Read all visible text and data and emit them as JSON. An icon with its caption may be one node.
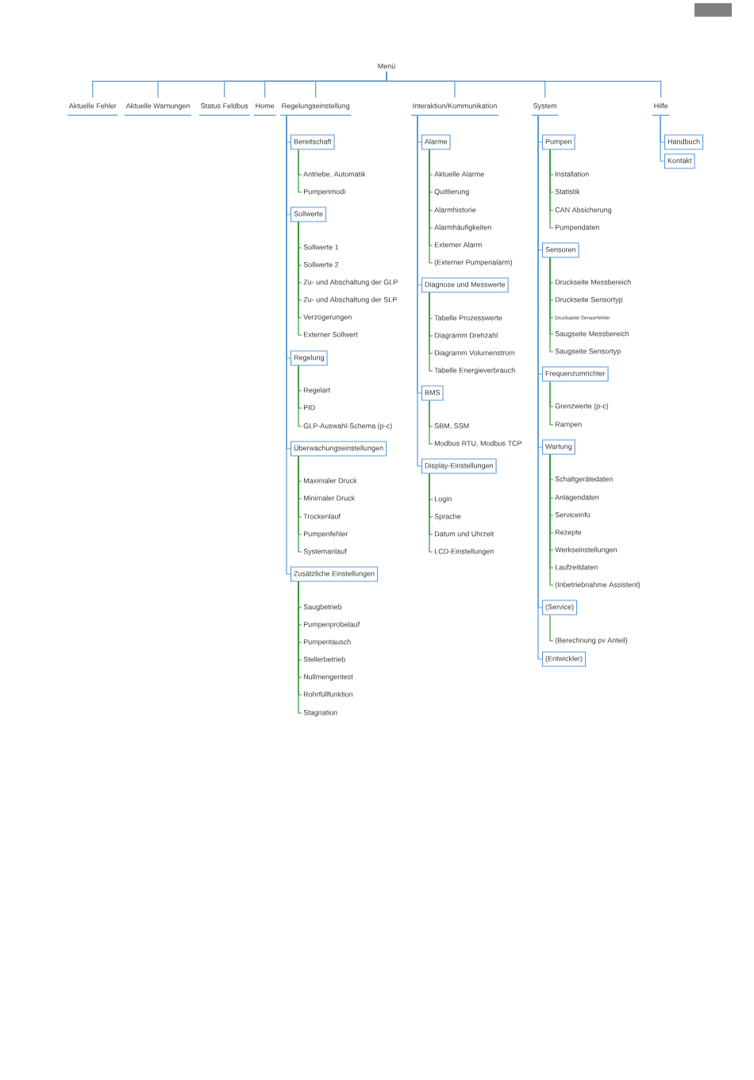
{
  "diagram": {
    "nodes": [
      {
        "text": [
          "Menü"
        ]
      },
      {
        "text": [
          "Aktuelle Fehler"
        ]
      },
      {
        "text": [
          "Aktuelle Warnungen"
        ]
      },
      {
        "text": [
          "Status Feldbus"
        ]
      },
      {
        "text": [
          "Home"
        ]
      },
      {
        "text": [
          "Regelungseinstellung"
        ]
      },
      {
        "text": [
          "Interaktion/Kommunikation"
        ]
      },
      {
        "text": [
          "System"
        ]
      },
      {
        "text": [
          "Hilfe"
        ]
      },
      {
        "text": [
          "Bereitschaft"
        ]
      },
      {
        "text": [
          "Antriebe, Automatik"
        ]
      },
      {
        "text": [
          "Pumpenmodi"
        ]
      },
      {
        "text": [
          "Sollwerte"
        ]
      },
      {
        "text": [
          "Sollwerte 1"
        ]
      },
      {
        "text": [
          "Sollwerte 2"
        ]
      },
      {
        "text": [
          "Zu- und Abschaltung der GLP"
        ]
      },
      {
        "text": [
          "Zu- und Abschaltung der SLP"
        ]
      },
      {
        "text": [
          "Verzögerungen"
        ]
      },
      {
        "text": [
          "Externer Sollwert"
        ]
      },
      {
        "text": [
          "Regelung"
        ]
      },
      {
        "text": [
          "Regelart"
        ]
      },
      {
        "text": [
          "PID"
        ]
      },
      {
        "text": [
          "GLP-Auswahl-Schema (p-c)"
        ]
      },
      {
        "text": [
          "Überwachungseinstellungen"
        ]
      },
      {
        "text": [
          "Maximaler Druck"
        ]
      },
      {
        "text": [
          "Minimaler Druck"
        ]
      },
      {
        "text": [
          "Trockenlauf"
        ]
      },
      {
        "text": [
          "Pumpenfehler"
        ]
      },
      {
        "text": [
          "Systemanlauf"
        ]
      },
      {
        "text": [
          "Zusätzliche Einstellungen"
        ]
      },
      {
        "text": [
          "Saugbetrieb"
        ]
      },
      {
        "text": [
          "Pumpenprobelauf"
        ]
      },
      {
        "text": [
          "Pumpentausch"
        ]
      },
      {
        "text": [
          "Stellerbetrieb"
        ]
      },
      {
        "text": [
          "Nullmengentest"
        ]
      },
      {
        "text": [
          "Rohrfüllfunktion"
        ]
      },
      {
        "text": [
          "Stagnation"
        ]
      },
      {
        "text": [
          "Alarme"
        ]
      },
      {
        "text": [
          "Aktuelle Alarme"
        ]
      },
      {
        "text": [
          "Quittierung"
        ]
      },
      {
        "text": [
          "Alarmhistorie"
        ]
      },
      {
        "text": [
          "Alarmhäufigkeiten"
        ]
      },
      {
        "text": [
          "Externer Alarm"
        ]
      },
      {
        "text": [
          "(Externer Pumpenalarm)"
        ]
      },
      {
        "text": [
          "Diagnose und Messwerte"
        ]
      },
      {
        "text": [
          "Tabelle Prozesswerte"
        ]
      },
      {
        "text": [
          "Diagramm Drehzahl"
        ]
      },
      {
        "text": [
          "Diagramm Volumenstrom"
        ]
      },
      {
        "text": [
          "Tabelle Energieverbrauch"
        ]
      },
      {
        "text": [
          "BMS"
        ]
      },
      {
        "text": [
          "SBM, SSM"
        ]
      },
      {
        "text": [
          "Modbus RTU, Modbus TCP"
        ]
      },
      {
        "text": [
          "Display-Einstellungen"
        ]
      },
      {
        "text": [
          "Login"
        ]
      },
      {
        "text": [
          "Sprache"
        ]
      },
      {
        "text": [
          "Datum und Uhrzeit"
        ]
      },
      {
        "text": [
          "LCD-Einstellungen"
        ]
      },
      {
        "text": [
          "Pumpen"
        ]
      },
      {
        "text": [
          "Installation"
        ]
      },
      {
        "text": [
          "Statistik"
        ]
      },
      {
        "text": [
          "CAN Absicherung"
        ]
      },
      {
        "text": [
          "Pumpendaten"
        ]
      },
      {
        "text": [
          "Sensoren"
        ]
      },
      {
        "text": [
          "Druckseite Messbereich"
        ]
      },
      {
        "text": [
          "Druckseite Sensortyp"
        ]
      },
      {
        "text": [
          "Druckseite Sensorfehler"
        ]
      },
      {
        "text": [
          "Saugseite Messbereich"
        ]
      },
      {
        "text": [
          "Saugseite Sensortyp"
        ]
      },
      {
        "text": [
          "Frequenzumrichter"
        ]
      },
      {
        "text": [
          "Grenzwerte (p-c)"
        ]
      },
      {
        "text": [
          "Rampen"
        ]
      },
      {
        "text": [
          "Wartung"
        ]
      },
      {
        "text": [
          "Schaltgerätedaten"
        ]
      },
      {
        "text": [
          "Anlagendaten"
        ]
      },
      {
        "text": [
          "Serviceinfo"
        ]
      },
      {
        "text": [
          "Rezepte"
        ]
      },
      {
        "text": [
          "Werkseinstellungen"
        ]
      },
      {
        "text": [
          "Laufzeitdaten"
        ]
      },
      {
        "text": [
          "(Inbetriebnahme Assistent)"
        ]
      },
      {
        "text": [
          "(Service)"
        ]
      },
      {
        "text": [
          "(Berechnung pv Anteil)"
        ]
      },
      {
        "text": [
          "(Entwickler)"
        ]
      },
      {
        "text": [
          "Handbuch"
        ]
      },
      {
        "text": [
          "Kontakt"
        ]
      }
    ],
    "edges": [
      {
        "from": 0,
        "to": 1,
        "arrow": "none",
        "color": "#5b9bd5"
      },
      {
        "from": 0,
        "to": 2,
        "arrow": "none",
        "color": "#5b9bd5"
      },
      {
        "from": 0,
        "to": 3,
        "arrow": "none",
        "color": "#5b9bd5"
      },
      {
        "from": 0,
        "to": 4,
        "arrow": "none",
        "color": "#5b9bd5"
      },
      {
        "from": 0,
        "to": 5,
        "arrow": "none",
        "color": "#5b9bd5"
      },
      {
        "from": 0,
        "to": 6,
        "arrow": "none",
        "color": "#5b9bd5"
      },
      {
        "from": 0,
        "to": 7,
        "arrow": "none",
        "color": "#5b9bd5"
      },
      {
        "from": 0,
        "to": 8,
        "arrow": "none",
        "color": "#5b9bd5"
      },
      {
        "from": 5,
        "to": 9,
        "arrow": "none",
        "color": "#5b9bd5"
      },
      {
        "from": 9,
        "to": 10,
        "arrow": "none"
      },
      {
        "from": 9,
        "to": 11,
        "arrow": "none"
      },
      {
        "from": 5,
        "to": 12,
        "arrow": "none",
        "color": "#5b9bd5"
      },
      {
        "from": 12,
        "to": 13,
        "arrow": "none"
      },
      {
        "from": 12,
        "to": 14,
        "arrow": "none"
      },
      {
        "from": 12,
        "to": 15,
        "arrow": "none"
      },
      {
        "from": 12,
        "to": 16,
        "arrow": "none"
      },
      {
        "from": 12,
        "to": 17,
        "arrow": "none"
      },
      {
        "from": 12,
        "to": 18,
        "arrow": "none"
      },
      {
        "from": 5,
        "to": 19,
        "arrow": "none",
        "color": "#5b9bd5"
      },
      {
        "from": 19,
        "to": 20,
        "arrow": "none"
      },
      {
        "from": 19,
        "to": 21,
        "arrow": "none"
      },
      {
        "from": 19,
        "to": 22,
        "arrow": "none"
      },
      {
        "from": 5,
        "to": 23,
        "arrow": "none",
        "color": "#5b9bd5"
      },
      {
        "from": 23,
        "to": 24,
        "arrow": "none"
      },
      {
        "from": 23,
        "to": 25,
        "arrow": "none"
      },
      {
        "from": 23,
        "to": 26,
        "arrow": "none"
      },
      {
        "from": 23,
        "to": 27,
        "arrow": "none"
      },
      {
        "from": 23,
        "to": 28,
        "arrow": "none"
      },
      {
        "from": 5,
        "to": 29,
        "arrow": "none",
        "color": "#5b9bd5"
      },
      {
        "from": 29,
        "to": 30,
        "arrow": "none"
      },
      {
        "from": 29,
        "to": 31,
        "arrow": "none"
      },
      {
        "from": 29,
        "to": 32,
        "arrow": "none"
      },
      {
        "from": 29,
        "to": 33,
        "arrow": "none"
      },
      {
        "from": 29,
        "to": 34,
        "arrow": "none"
      },
      {
        "from": 29,
        "to": 35,
        "arrow": "none"
      },
      {
        "from": 29,
        "to": 36,
        "arrow": "none"
      },
      {
        "from": 6,
        "to": 37,
        "arrow": "none",
        "color": "#5b9bd5"
      },
      {
        "from": 37,
        "to": 38,
        "arrow": "none"
      },
      {
        "from": 37,
        "to": 39,
        "arrow": "none"
      },
      {
        "from": 37,
        "to": 40,
        "arrow": "none"
      },
      {
        "from": 37,
        "to": 41,
        "arrow": "none"
      },
      {
        "from": 37,
        "to": 42,
        "arrow": "none"
      },
      {
        "from": 37,
        "to": 43,
        "arrow": "none"
      },
      {
        "from": 6,
        "to": 44,
        "arrow": "none",
        "color": "#5b9bd5"
      },
      {
        "from": 44,
        "to": 45,
        "arrow": "none"
      },
      {
        "from": 44,
        "to": 46,
        "arrow": "none"
      },
      {
        "from": 44,
        "to": 47,
        "arrow": "none"
      },
      {
        "from": 44,
        "to": 48,
        "arrow": "none"
      },
      {
        "from": 6,
        "to": 49,
        "arrow": "none",
        "color": "#5b9bd5"
      },
      {
        "from": 49,
        "to": 50,
        "arrow": "none"
      },
      {
        "from": 49,
        "to": 51,
        "arrow": "none"
      },
      {
        "from": 6,
        "to": 52,
        "arrow": "none",
        "color": "#5b9bd5"
      },
      {
        "from": 52,
        "to": 53,
        "arrow": "none"
      },
      {
        "from": 52,
        "to": 54,
        "arrow": "none"
      },
      {
        "from": 52,
        "to": 55,
        "arrow": "none"
      },
      {
        "from": 52,
        "to": 56,
        "arrow": "none"
      },
      {
        "from": 7,
        "to": 57,
        "arrow": "none",
        "color": "#5b9bd5"
      },
      {
        "from": 57,
        "to": 58,
        "arrow": "none"
      },
      {
        "from": 57,
        "to": 59,
        "arrow": "none"
      },
      {
        "from": 57,
        "to": 60,
        "arrow": "none"
      },
      {
        "from": 57,
        "to": 61,
        "arrow": "none"
      },
      {
        "from": 7,
        "to": 62,
        "arrow": "none",
        "color": "#5b9bd5"
      },
      {
        "from": 62,
        "to": 63,
        "arrow": "none"
      },
      {
        "from": 62,
        "to": 64,
        "arrow": "none"
      },
      {
        "from": 62,
        "to": 65,
        "arrow": "none"
      },
      {
        "from": 62,
        "to": 66,
        "arrow": "none"
      },
      {
        "from": 62,
        "to": 67,
        "arrow": "none"
      },
      {
        "from": 7,
        "to": 68,
        "arrow": "none",
        "color": "#5b9bd5"
      },
      {
        "from": 68,
        "to": 69,
        "arrow": "none"
      },
      {
        "from": 68,
        "to": 70,
        "arrow": "none"
      },
      {
        "from": 7,
        "to": 71,
        "arrow": "none",
        "color": "#5b9bd5"
      },
      {
        "from": 71,
        "to": 72,
        "arrow": "none"
      },
      {
        "from": 71,
        "to": 73,
        "arrow": "none"
      },
      {
        "from": 71,
        "to": 74,
        "arrow": "none"
      },
      {
        "from": 71,
        "to": 75,
        "arrow": "none"
      },
      {
        "from": 71,
        "to": 76,
        "arrow": "none"
      },
      {
        "from": 71,
        "to": 77,
        "arrow": "none"
      },
      {
        "from": 71,
        "to": 78,
        "arrow": "none"
      },
      {
        "from": 7,
        "to": 79,
        "arrow": "none",
        "color": "#5b9bd5"
      },
      {
        "from": 79,
        "to": 80,
        "arrow": "none"
      },
      {
        "from": 7,
        "to": 81,
        "arrow": "none",
        "color": "#5b9bd5"
      },
      {
        "from": 8,
        "to": 82,
        "arrow": "none",
        "color": "#5b9bd5"
      },
      {
        "from": 8,
        "to": 83,
        "arrow": "none",
        "color": "#5b9bd5"
      }
    ]
  }
}
